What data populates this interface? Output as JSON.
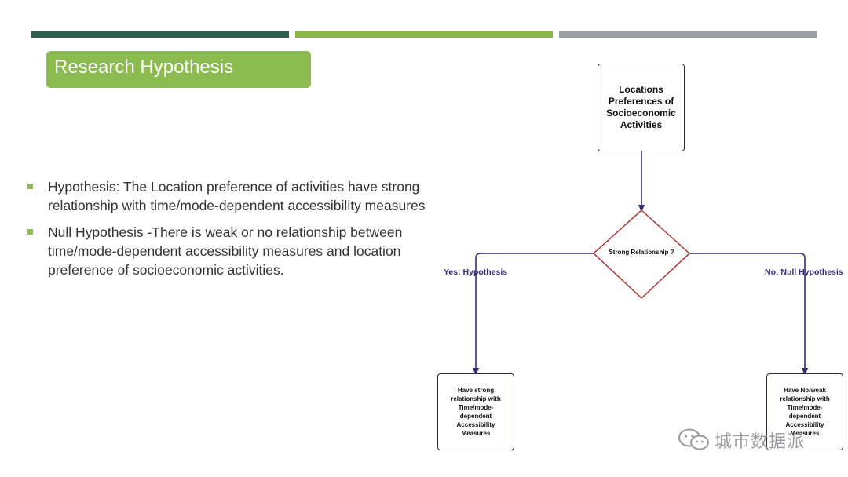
{
  "title": "Research Hypothesis",
  "bullets": [
    "Hypothesis: The Location preference of activities have strong relationship with time/mode-dependent accessibility measures",
    "Null Hypothesis -There is weak or no relationship between time/mode-dependent accessibility measures and location preference of socioeconomic activities."
  ],
  "flowchart": {
    "top_node": "Locations Preferences of Socioeconomic Activities",
    "decision": "Strong Relationship ?",
    "yes_label": "Yes: Hypothesis",
    "no_label": "No: Null Hypothesis",
    "left_node": "Have strong relationship with Time/mode-dependent Accessibility Measures",
    "right_node": "Have No/weak relationship with Time/mode-dependent Accessibility Measures"
  },
  "colors": {
    "title_bg": "#8cbc50",
    "bar_dark_green": "#2f5e4e",
    "bar_light_green": "#8cb84a",
    "bar_gray": "#9aa0a6",
    "arrow": "#3a2a7a",
    "diamond": "#b03030"
  },
  "watermark": {
    "icon": "wechat-icon",
    "text": "城市数据派"
  }
}
